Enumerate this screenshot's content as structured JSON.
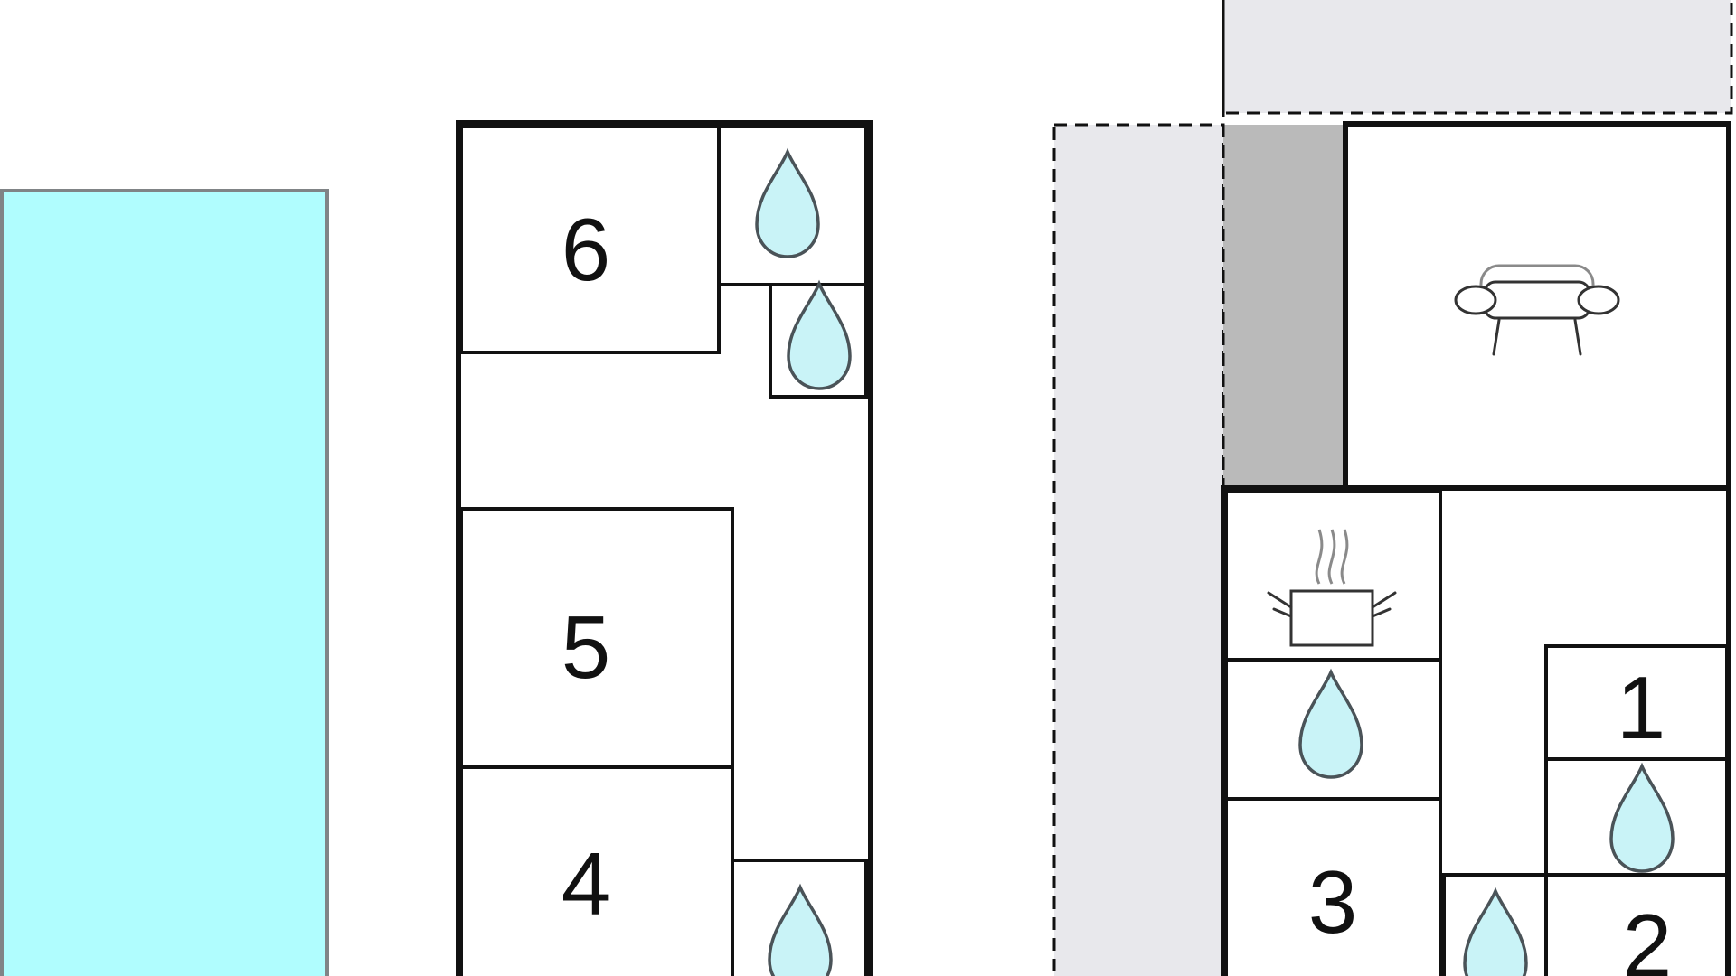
{
  "plan": {
    "colors": {
      "pool": "#b0fdfe",
      "pool_border": "#808486",
      "terrace": "#e8e8ec",
      "covered_area": "#bababa",
      "walls": "#111111",
      "water_drop": "#c9f3f7"
    },
    "rooms": [
      {
        "label": "6"
      },
      {
        "label": "5"
      },
      {
        "label": "4"
      },
      {
        "label": "3"
      },
      {
        "label": "1"
      },
      {
        "label": "2"
      }
    ],
    "icons": [
      "water-drop-icon",
      "sofa-icon",
      "cooking-pot-icon"
    ]
  }
}
